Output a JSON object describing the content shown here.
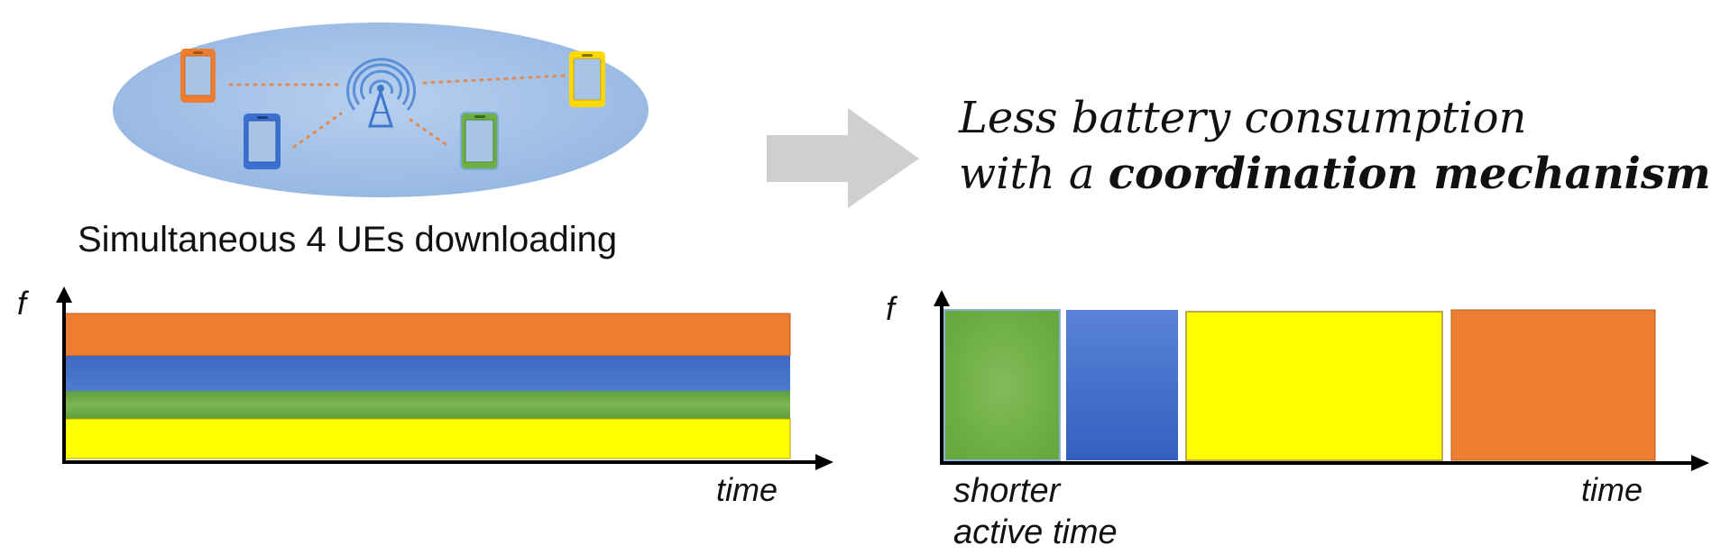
{
  "network": {
    "caption": "Simultaneous 4 UEs downloading",
    "devices": [
      {
        "name": "orange-phone",
        "color": "#ED7D31"
      },
      {
        "name": "blue-phone",
        "color": "#4472C4"
      },
      {
        "name": "green-phone",
        "color": "#70AD47"
      },
      {
        "name": "yellow-phone",
        "color": "#FFD700"
      }
    ],
    "ellipse_color": "#A7C3E6",
    "link_color": "#ED7D31"
  },
  "arrow_color": "#CFCFCF",
  "headline": {
    "line1": "Less battery consumption",
    "line2_prefix": "with a ",
    "line2_bold": "coordination mechanism"
  },
  "chart_left": {
    "y_label": "f",
    "x_label": "time",
    "bands": [
      {
        "ue": "orange",
        "color": "#ED7D31"
      },
      {
        "ue": "blue",
        "color": "#4472C4"
      },
      {
        "ue": "green",
        "color": "#70AD47"
      },
      {
        "ue": "yellow",
        "color": "#FFFF00"
      }
    ]
  },
  "chart_right": {
    "y_label": "f",
    "x_label": "time",
    "blocks": [
      {
        "ue": "green",
        "color": "#70AD47"
      },
      {
        "ue": "blue",
        "color": "#4472C4"
      },
      {
        "ue": "yellow",
        "color": "#FFFF00"
      },
      {
        "ue": "orange",
        "color": "#ED7D31"
      }
    ],
    "note_line1": "shorter",
    "note_line2": "active time"
  }
}
